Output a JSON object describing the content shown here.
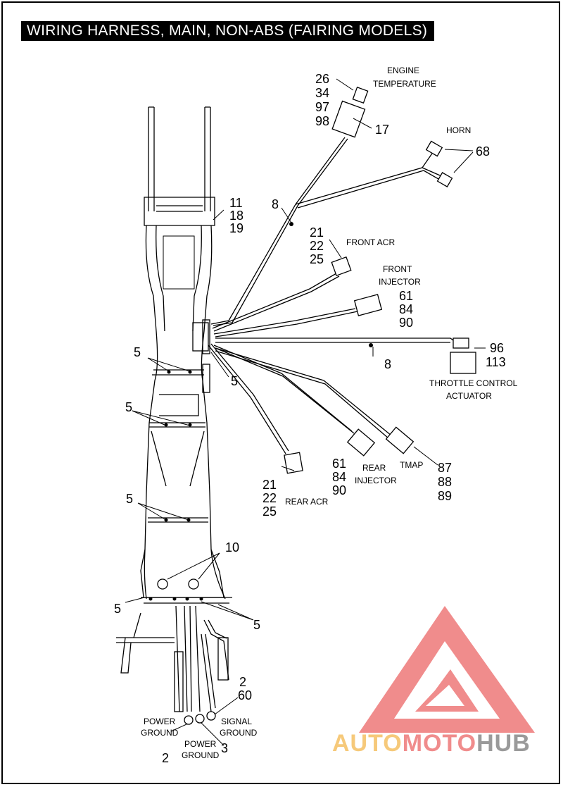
{
  "title": "WIRING HARNESS, MAIN, NON-ABS (FAIRING MODELS)",
  "callouts": {
    "engine_temp_nums": [
      "26",
      "34",
      "97",
      "98"
    ],
    "engine_temp_label": [
      "ENGINE",
      "TEMPERATURE"
    ],
    "n17": "17",
    "horn_label": "HORN",
    "n68": "68",
    "frame_nums": [
      "11",
      "18",
      "19"
    ],
    "n8_top": "8",
    "front_acr_nums": [
      "21",
      "22",
      "25"
    ],
    "front_acr_label": "FRONT ACR",
    "front_injector_label": [
      "FRONT",
      "INJECTOR"
    ],
    "front_injector_nums": [
      "61",
      "84",
      "90"
    ],
    "throttle_nums": [
      "96",
      "113"
    ],
    "n8_mid": "8",
    "throttle_label": [
      "THROTTLE CONTROL",
      "ACTUATOR"
    ],
    "n5": "5",
    "rear_injector_nums": [
      "61",
      "84",
      "90"
    ],
    "rear_injector_label": [
      "REAR",
      "INJECTOR"
    ],
    "tmap_label": "TMAP",
    "tmap_nums": [
      "87",
      "88",
      "89"
    ],
    "rear_acr_nums": [
      "21",
      "22",
      "25"
    ],
    "rear_acr_label": "REAR ACR",
    "n10": "10",
    "signal_ground_nums": [
      "2",
      "60"
    ],
    "power_ground_left_label": [
      "POWER",
      "GROUND"
    ],
    "signal_ground_label": [
      "SIGNAL",
      "GROUND"
    ],
    "power_ground_mid_label": [
      "POWER",
      "GROUND"
    ],
    "n2": "2",
    "n3": "3"
  },
  "watermark": {
    "auto": "AUTO",
    "moto": "MOTO",
    "hub": "HUB",
    "colors": {
      "logo": "#f08c8c",
      "auto": "#f6c97a",
      "moto": "#f08c8c",
      "hub": "#9a9a9a"
    }
  }
}
